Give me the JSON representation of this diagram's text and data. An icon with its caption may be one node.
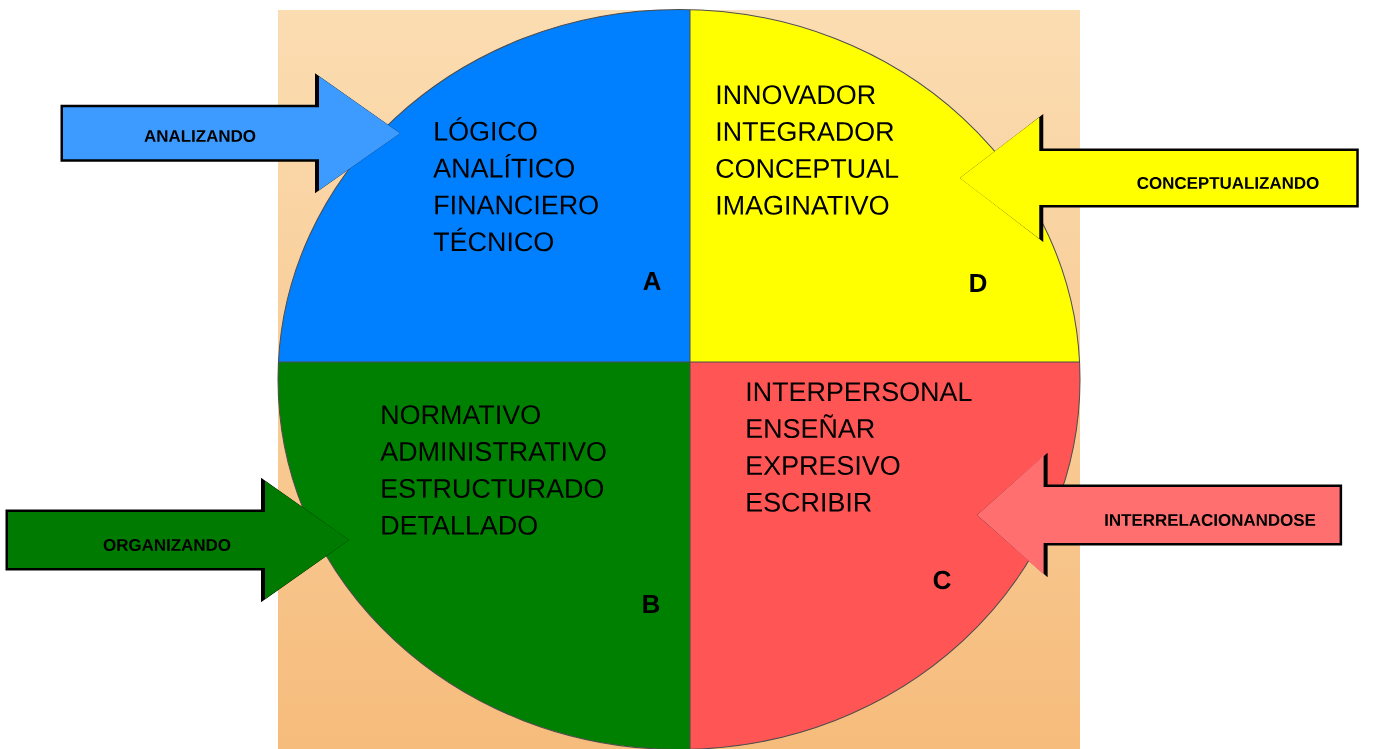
{
  "diagram": {
    "nodes": [
      {
        "text": [
          "LÓGICO",
          "ANALÍTICO",
          "FINANCIERO",
          "TÉCNICO",
          "A"
        ]
      },
      {
        "text": [
          "INNOVADOR",
          "INTEGRADOR",
          "CONCEPTUAL",
          "IMAGINATIVO",
          "D"
        ]
      },
      {
        "text": [
          "NORMATIVO",
          "ADMINISTRATIVO",
          "ESTRUCTURADO",
          "DETALLADO",
          "B"
        ]
      },
      {
        "text": [
          "INTERPERSONAL",
          "ENSEÑAR",
          "EXPRESIVO",
          "ESCRIBIR",
          "C"
        ]
      }
    ],
    "edges": [
      {
        "from": null,
        "to": 0,
        "arrow": "to",
        "label": "ANALIZANDO",
        "color": "#3d9bff"
      },
      {
        "from": null,
        "to": 1,
        "arrow": "to",
        "label": "CONCEPTUALIZANDO",
        "color": "#ffff00"
      },
      {
        "from": null,
        "to": 2,
        "arrow": "to",
        "label": "ORGANIZANDO",
        "color": "#007a00"
      },
      {
        "from": null,
        "to": 3,
        "arrow": "to",
        "label": "INTERRELACIONANDOSE",
        "color": "#ff6f6f"
      }
    ]
  }
}
